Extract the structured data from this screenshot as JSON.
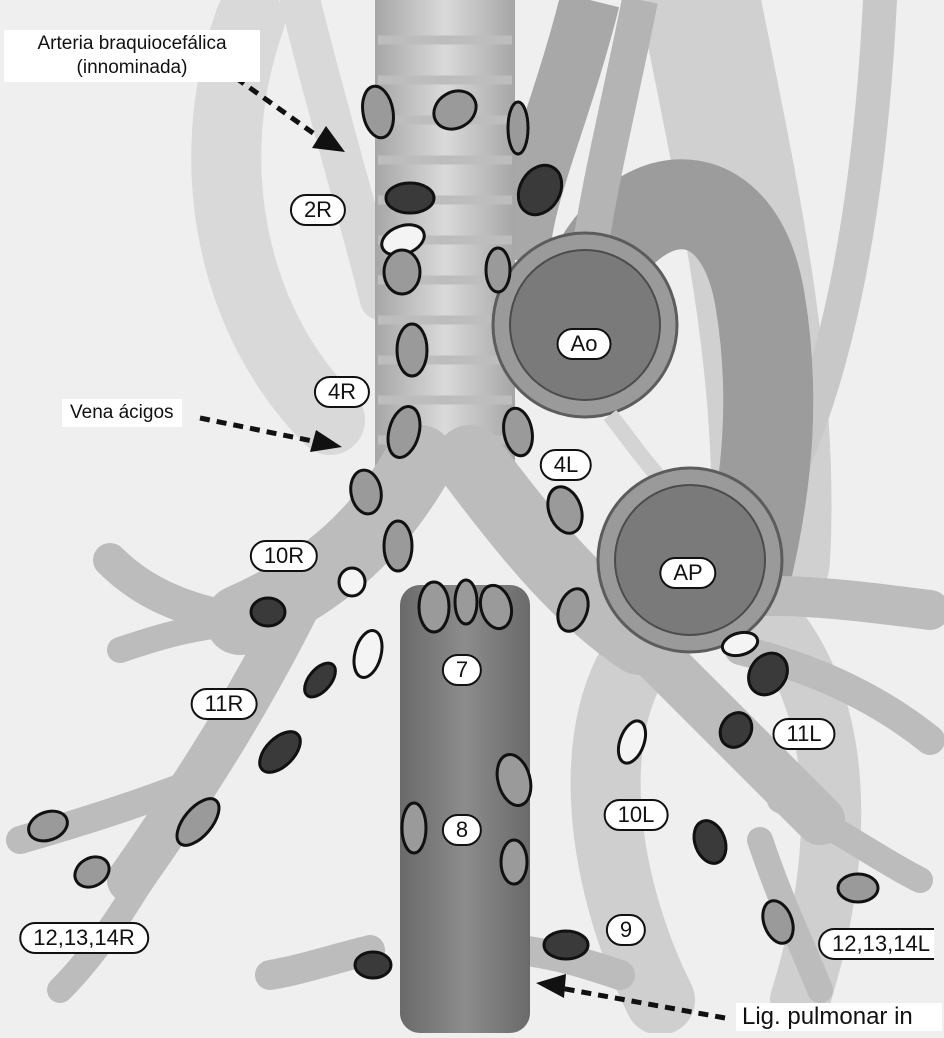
{
  "annotations": {
    "brachiocephalic": [
      "Arteria braquiocefálica",
      "(innominada)"
    ],
    "azygos": "Vena ácigos",
    "pulmonary_ligament": "Lig. pulmonar in"
  },
  "stations": {
    "s2R": "2R",
    "s4R": "4R",
    "s4L": "4L",
    "s10R": "10R",
    "s10L": "10L",
    "s11R": "11R",
    "s11L": "11L",
    "s7": "7",
    "s8": "8",
    "s9": "9",
    "s12R": "12,13,14R",
    "s12L": "12,13,14L"
  },
  "vessels": {
    "aorta": "Ao",
    "pulmonary_artery": "AP"
  },
  "colors": {
    "background": "#efefef",
    "structure_light": "#d6d6d6",
    "structure_mid": "#a9a9a9",
    "structure_dark": "#6f6f6f",
    "node_light": "#f4f4f4",
    "node_mid": "#9a9a9a",
    "node_dark": "#3a3a3a"
  }
}
